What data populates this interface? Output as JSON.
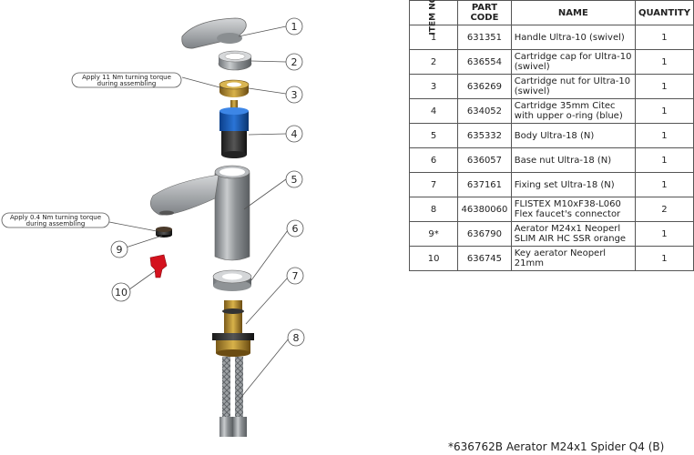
{
  "table": {
    "headers": {
      "item": "ITEM NO.",
      "code": "PART CODE",
      "name": "NAME",
      "qty": "QUANTITY"
    },
    "rows": [
      {
        "item": "1",
        "code": "631351",
        "name": "Handle Ultra-10 (swivel)",
        "qty": "1"
      },
      {
        "item": "2",
        "code": "636554",
        "name": "Cartridge cap for Ultra-10 (swivel)",
        "qty": "1"
      },
      {
        "item": "3",
        "code": "636269",
        "name": "Cartridge nut for Ultra-10 (swivel)",
        "qty": "1"
      },
      {
        "item": "4",
        "code": "634052",
        "name": "Cartridge 35mm Citec with upper o-ring (blue)",
        "qty": "1"
      },
      {
        "item": "5",
        "code": "635332",
        "name": "Body Ultra-18 (N)",
        "qty": "1"
      },
      {
        "item": "6",
        "code": "636057",
        "name": "Base nut Ultra-18 (N)",
        "qty": "1"
      },
      {
        "item": "7",
        "code": "637161",
        "name": "Fixing set Ultra-18 (N)",
        "qty": "1"
      },
      {
        "item": "8",
        "code": "46380060",
        "name": "FLISTEX M10xF38-L060 Flex faucet's connector",
        "qty": "2"
      },
      {
        "item": "9*",
        "code": "636790",
        "name": "Aerator M24x1 Neoperl SLIM AIR HC SSR orange",
        "qty": "1"
      },
      {
        "item": "10",
        "code": "636745",
        "name": "Key aerator Neoperl 21mm",
        "qty": "1"
      }
    ]
  },
  "notes": {
    "torque_11": "Apply 11 Nm turning torque during assembling",
    "torque_04": "Apply 0.4 Nm turning torque during assembling"
  },
  "callouts": [
    "1",
    "2",
    "3",
    "4",
    "5",
    "6",
    "7",
    "8",
    "9",
    "10"
  ],
  "footnote": "*636762B Aerator M24x1 Spider Q4 (B)"
}
